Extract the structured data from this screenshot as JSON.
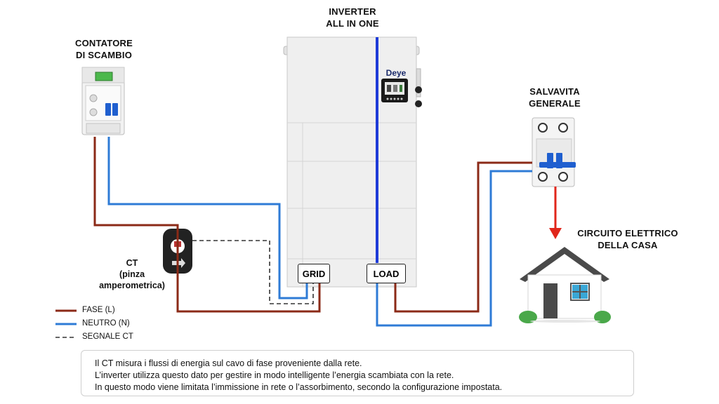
{
  "labels": {
    "inverter": [
      "INVERTER",
      "ALL IN ONE"
    ],
    "meter": [
      "CONTATORE",
      "DI SCAMBIO"
    ],
    "breaker": [
      "SALVAVITA",
      "GENERALE"
    ],
    "house": [
      "CIRCUITO ELETTRICO",
      "DELLA CASA"
    ],
    "ct": [
      "CT",
      "(pinza",
      "amperometrica)"
    ],
    "grid_terminal": "GRID",
    "load_terminal": "LOAD",
    "brand": "Deye"
  },
  "legend": [
    {
      "label": "FASE (L)",
      "color": "#8B2A17",
      "style": "solid"
    },
    {
      "label": "NEUTRO (N)",
      "color": "#2E7BD6",
      "style": "solid"
    },
    {
      "label": "SEGNALE CT",
      "color": "#333333",
      "style": "dashed"
    }
  ],
  "info": [
    "Il CT misura i flussi di energia sul cavo di fase proveniente dalla rete.",
    "L’inverter utilizza questo dato per gestire in modo intelligente l’energia scambiata con la rete.",
    "In questo modo viene limitata l’immissione in rete o l’assorbimento, secondo la configurazione impostata."
  ],
  "colors": {
    "phase": "#8B2A17",
    "neutral": "#2E7BD6",
    "signal": "#333333",
    "inverter_stripe": "#1E3BD8",
    "arrow": "#E0261B"
  }
}
